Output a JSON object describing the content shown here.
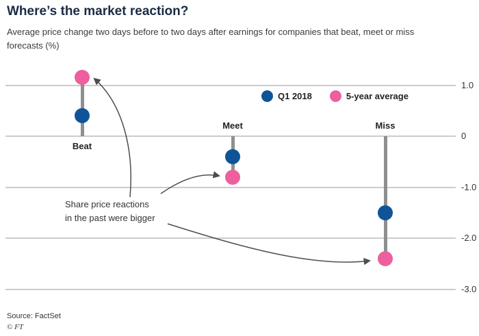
{
  "header": {
    "title": "Where’s the market reaction?",
    "subtitle": "Average price change two days before to two days after earnings for companies that beat, meet or miss forecasts (%)"
  },
  "chart_data": {
    "type": "scatter",
    "variant": "dumbbell",
    "categories": [
      "Beat",
      "Meet",
      "Miss"
    ],
    "series": [
      {
        "name": "Q1 2018",
        "color": "#0f5499",
        "values": [
          0.4,
          -0.4,
          -1.5
        ]
      },
      {
        "name": "5-year average",
        "color": "#ee5f9e",
        "values": [
          1.15,
          -0.8,
          -2.4
        ]
      }
    ],
    "yticks": [
      1.0,
      0,
      -1.0,
      -2.0,
      -3.0
    ],
    "ytick_labels": [
      "1.0",
      "0",
      "-1.0",
      "-2.0",
      "-3.0"
    ],
    "ylim": [
      -3.5,
      1.35
    ],
    "grid": true,
    "legend_position": "top-right",
    "connector_color": "#8f8f8f",
    "gridline_color": "#cccccc"
  },
  "annotation": {
    "line1": "Share price reactions",
    "line2": "in the past were bigger"
  },
  "footer": {
    "source": "Source: FactSet",
    "copyright": "© FT"
  }
}
